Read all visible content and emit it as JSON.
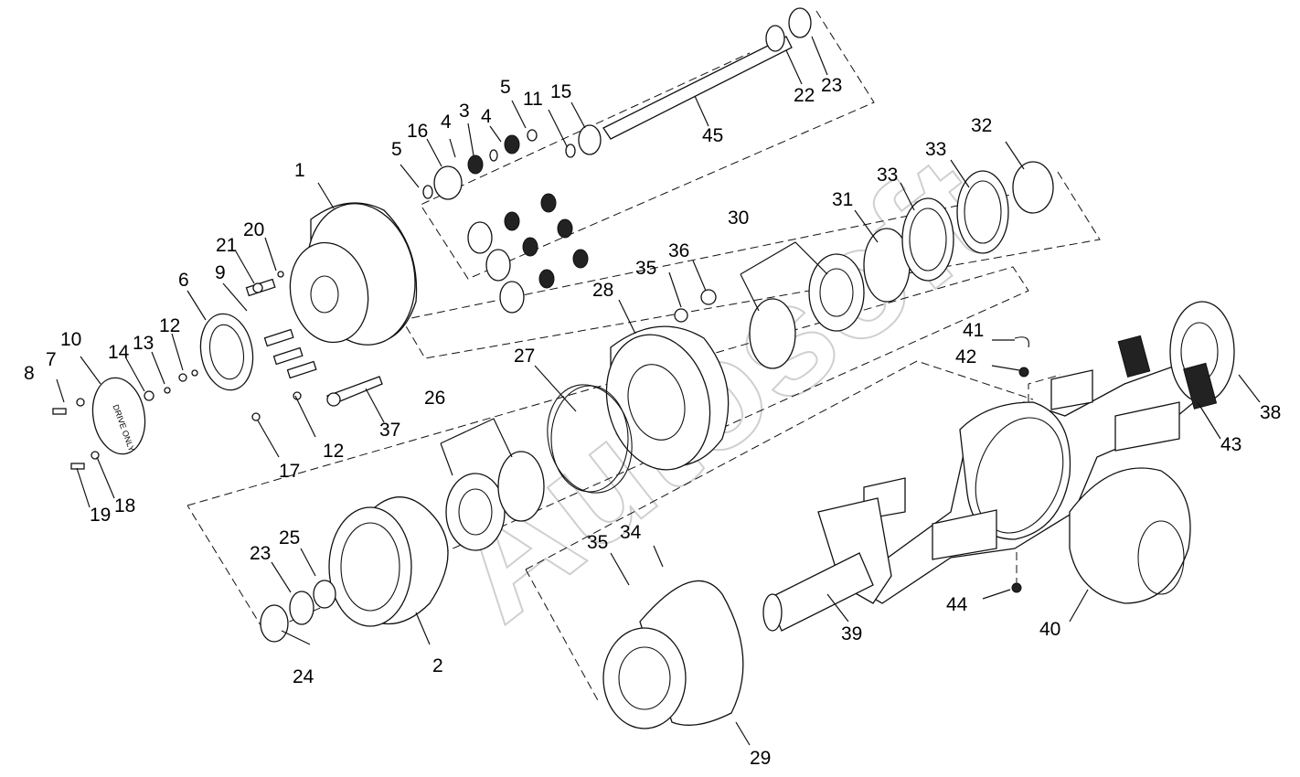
{
  "diagram": {
    "watermark": "Autosoft",
    "cap_engraving": "DRIVE ONLY",
    "callouts": [
      {
        "id": "c1",
        "label": "1"
      },
      {
        "id": "c2",
        "label": "2"
      },
      {
        "id": "c3",
        "label": "3"
      },
      {
        "id": "c4a",
        "label": "4"
      },
      {
        "id": "c4b",
        "label": "4"
      },
      {
        "id": "c5a",
        "label": "5"
      },
      {
        "id": "c5b",
        "label": "5"
      },
      {
        "id": "c6",
        "label": "6"
      },
      {
        "id": "c7",
        "label": "7"
      },
      {
        "id": "c8",
        "label": "8"
      },
      {
        "id": "c9",
        "label": "9"
      },
      {
        "id": "c10",
        "label": "10"
      },
      {
        "id": "c11",
        "label": "11"
      },
      {
        "id": "c12a",
        "label": "12"
      },
      {
        "id": "c12b",
        "label": "12"
      },
      {
        "id": "c13",
        "label": "13"
      },
      {
        "id": "c14",
        "label": "14"
      },
      {
        "id": "c15",
        "label": "15"
      },
      {
        "id": "c16",
        "label": "16"
      },
      {
        "id": "c17",
        "label": "17"
      },
      {
        "id": "c18",
        "label": "18"
      },
      {
        "id": "c19",
        "label": "19"
      },
      {
        "id": "c20",
        "label": "20"
      },
      {
        "id": "c21",
        "label": "21"
      },
      {
        "id": "c22",
        "label": "22"
      },
      {
        "id": "c23a",
        "label": "23"
      },
      {
        "id": "c23b",
        "label": "23"
      },
      {
        "id": "c24",
        "label": "24"
      },
      {
        "id": "c25",
        "label": "25"
      },
      {
        "id": "c26",
        "label": "26"
      },
      {
        "id": "c27",
        "label": "27"
      },
      {
        "id": "c28",
        "label": "28"
      },
      {
        "id": "c29",
        "label": "29"
      },
      {
        "id": "c30",
        "label": "30"
      },
      {
        "id": "c31",
        "label": "31"
      },
      {
        "id": "c32",
        "label": "32"
      },
      {
        "id": "c33a",
        "label": "33"
      },
      {
        "id": "c33b",
        "label": "33"
      },
      {
        "id": "c34",
        "label": "34"
      },
      {
        "id": "c35a",
        "label": "35"
      },
      {
        "id": "c35b",
        "label": "35"
      },
      {
        "id": "c36",
        "label": "36"
      },
      {
        "id": "c37",
        "label": "37"
      },
      {
        "id": "c38",
        "label": "38"
      },
      {
        "id": "c39",
        "label": "39"
      },
      {
        "id": "c40",
        "label": "40"
      },
      {
        "id": "c41",
        "label": "41"
      },
      {
        "id": "c42",
        "label": "42"
      },
      {
        "id": "c43",
        "label": "43"
      },
      {
        "id": "c44",
        "label": "44"
      },
      {
        "id": "c45",
        "label": "45"
      }
    ]
  }
}
